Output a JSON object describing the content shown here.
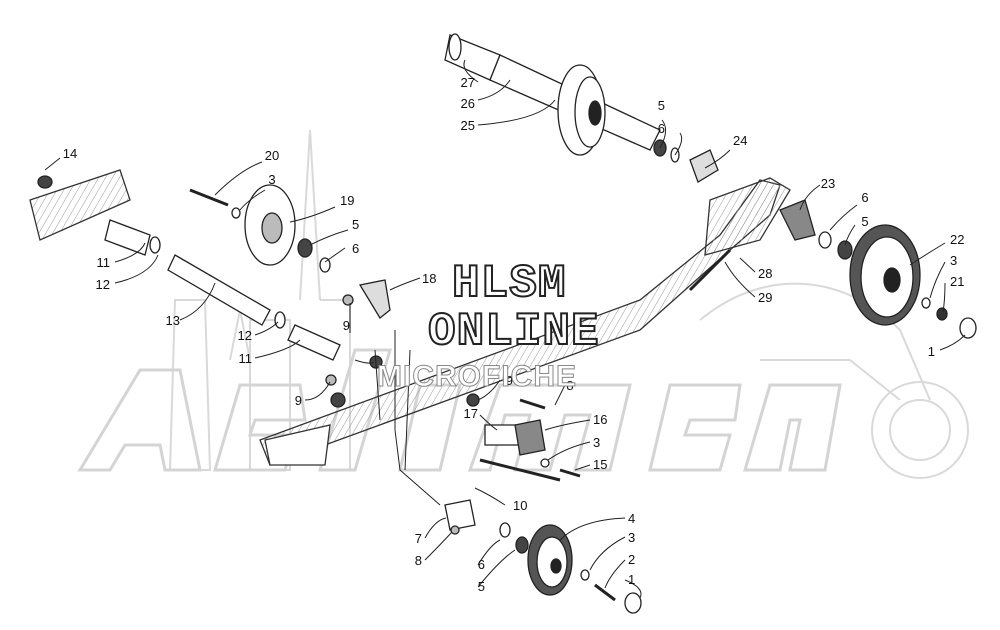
{
  "watermark": {
    "line1": "HLSM",
    "line2": "ONLINE",
    "line3": "MICROFICHE",
    "brand": "ArcticCat"
  },
  "callouts": [
    "27",
    "26",
    "25",
    "5",
    "6",
    "24",
    "14",
    "20",
    "3",
    "19",
    "5",
    "6",
    "23",
    "6",
    "5",
    "22",
    "3",
    "21",
    "1",
    "11",
    "12",
    "13",
    "18",
    "28",
    "29",
    "12",
    "11",
    "9",
    "9",
    "9",
    "8",
    "17",
    "16",
    "3",
    "15",
    "10",
    "4",
    "3",
    "2",
    "1",
    "7",
    "8",
    "6",
    "5"
  ],
  "colors": {
    "ink": "#222222",
    "watermark": "#d8d8d8"
  }
}
